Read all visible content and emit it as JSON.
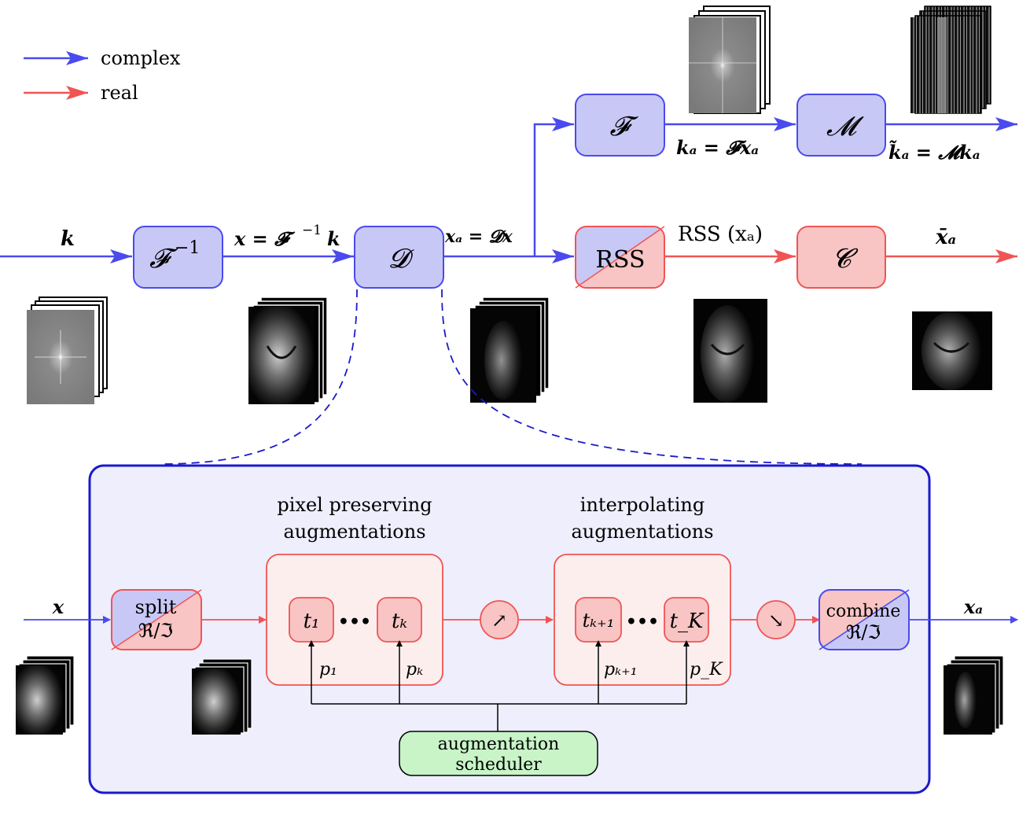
{
  "legend": {
    "complex_label": "complex",
    "real_label": "real"
  },
  "colors": {
    "complex": "#4a4aee",
    "real": "#f05454",
    "complex_fill": "#c8c8f6",
    "real_fill": "#f8c4c4",
    "scheduler_fill": "#c8f4c8",
    "panel_fill": "#eeeefc",
    "panel_border": "#1a1acc"
  },
  "top": {
    "input_label": "k",
    "inv_fourier": "𝓕",
    "inv_fourier_sup": "−1",
    "x_eq": "x = 𝓕",
    "x_eq_sup": "−1",
    "x_eq_k": "k",
    "augment": "𝓓",
    "xa_eq": "xₐ = 𝓓x",
    "fourier": "𝓕",
    "ka_eq": "kₐ = 𝓕xₐ",
    "mask": "𝓜",
    "ka_tilde_eq": "k̃ₐ = 𝓜kₐ",
    "rss": "RSS",
    "rss_expr": "RSS (xₐ)",
    "crop": "𝓒",
    "xbar": "x̄ₐ"
  },
  "detail": {
    "input_label": "x",
    "split_line1": "split",
    "split_line2": "ℜ/ℑ",
    "pixel_title_line1": "pixel preserving",
    "pixel_title_line2": "augmentations",
    "interp_title_line1": "interpolating",
    "interp_title_line2": "augmentations",
    "t1": "t₁",
    "tk": "tₖ",
    "tk1": "tₖ₊₁",
    "tK": "t_K",
    "ellipsis": "•••",
    "p1": "p₁",
    "pk": "pₖ",
    "pk1": "pₖ₊₁",
    "pK": "p_K",
    "upsample_icon": "↗",
    "downsample_icon": "↘",
    "combine_line1": "combine",
    "combine_line2": "ℜ/ℑ",
    "output_label": "xₐ",
    "scheduler_line1": "augmentation",
    "scheduler_line2": "scheduler"
  }
}
